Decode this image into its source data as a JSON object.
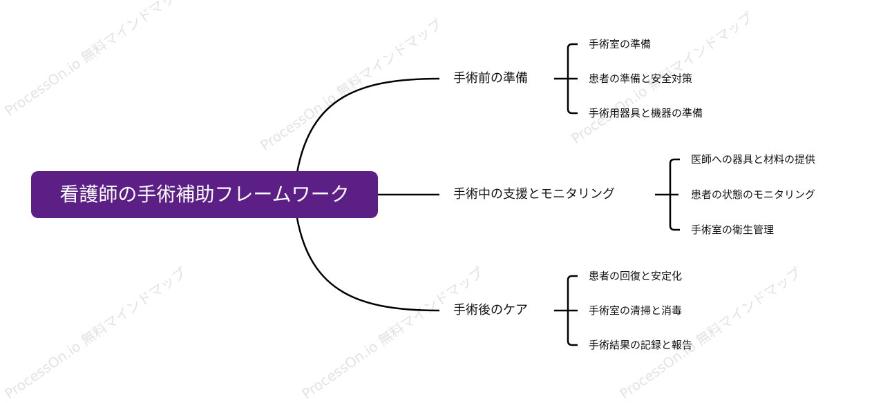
{
  "root": {
    "label": "看護師の手術補助フレームワーク"
  },
  "branches": [
    {
      "label": "手術前の準備",
      "leaves": [
        "手術室の準備",
        "患者の準備と安全対策",
        "手術用器具と機器の準備"
      ]
    },
    {
      "label": "手術中の支援とモニタリング",
      "leaves": [
        "医師への器具と材料の提供",
        "患者の状態のモニタリング",
        "手術室の衛生管理"
      ]
    },
    {
      "label": "手術後のケア",
      "leaves": [
        "患者の回復と安定化",
        "手術室の清掃と消毒",
        "手術結果の記録と報告"
      ]
    }
  ],
  "watermark": {
    "text": "ProcessOn.io 無料マインドマップ"
  },
  "colors": {
    "root_bg": "#5b1f86",
    "root_text": "#ffffff",
    "line": "#000000",
    "watermark": "#e3e3e3"
  }
}
